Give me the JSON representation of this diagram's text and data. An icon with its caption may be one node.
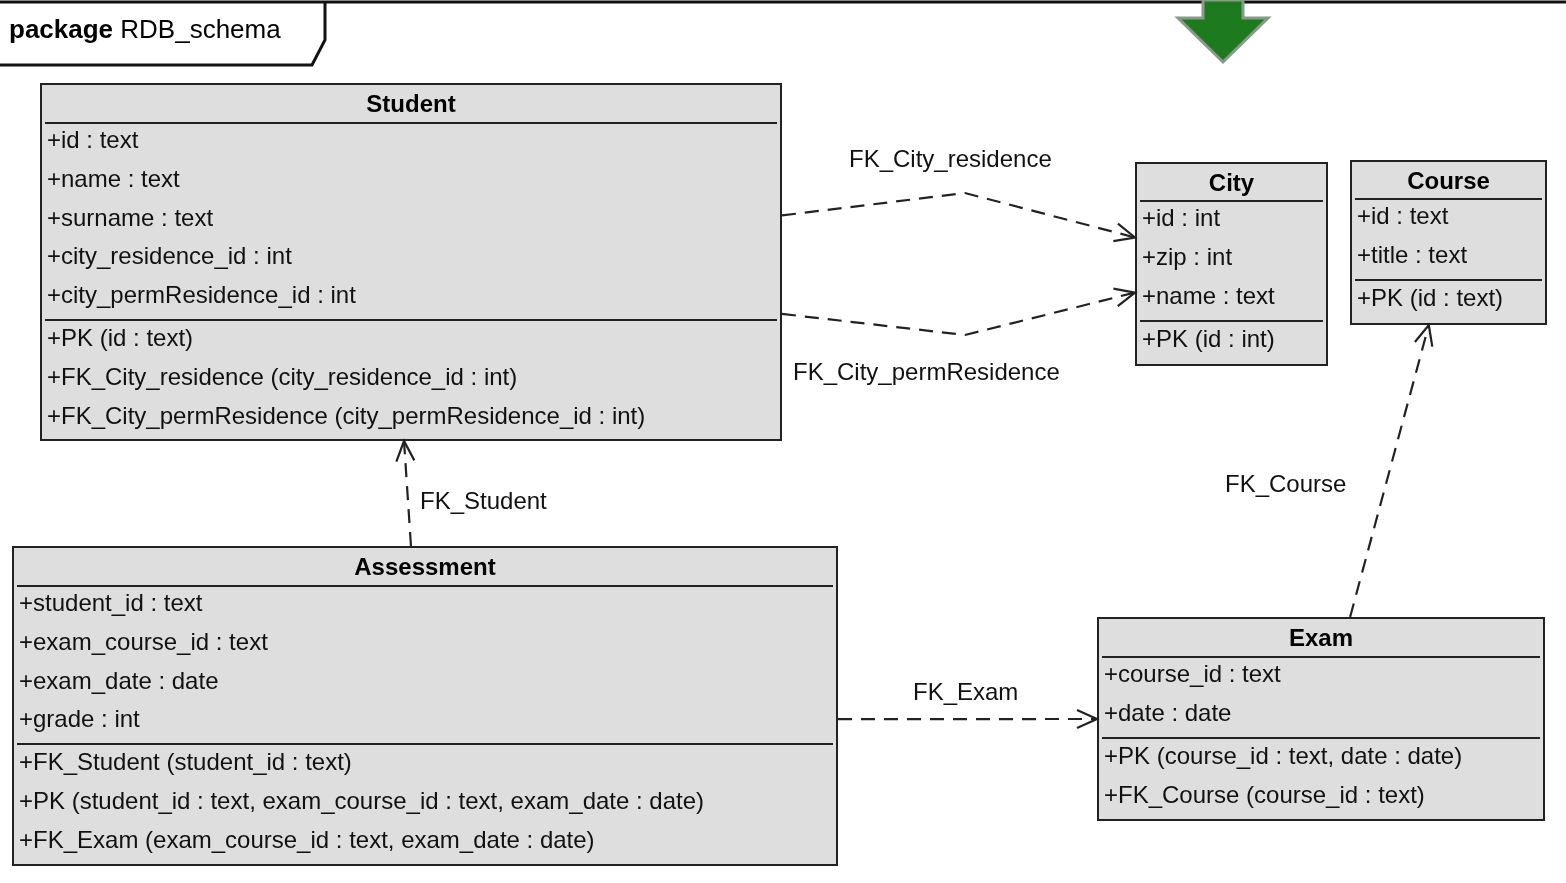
{
  "diagram": {
    "nodes": [
      {
        "text": [
          "**package** RDB_schema"
        ]
      },
      {
        "text": [
          "Student",
          "+id : text",
          "+name : text",
          "+surname : text",
          "+city_residence_id : int",
          "+city_permResidence_id : int",
          "+PK (id : text)",
          "+FK_City_residence (city_residence_id : int)",
          "+FK_City_permResidence (city_permResidence_id : int)"
        ],
        "in": 0
      },
      {
        "text": [
          "City",
          "+id : int",
          "+zip : int",
          "+name : text",
          "+PK (id : int)"
        ],
        "in": 0
      },
      {
        "text": [
          "Course",
          "+id : text",
          "+title : text",
          "+PK (id : text)"
        ],
        "in": 0
      },
      {
        "text": [
          "Assessment",
          "+student_id : text",
          "+exam_course_id : text",
          "+exam_date : date",
          "+grade : int",
          "+FK_Student (student_id : text)",
          "+PK (student_id : text, exam_course_id : text, exam_date : date)",
          "+FK_Exam (exam_course_id : text, exam_date : date)"
        ],
        "in": 0
      },
      {
        "text": [
          "Exam",
          "+course_id : text",
          "+date : date",
          "+PK (course_id : text, date : date)",
          "+FK_Course (course_id : text)"
        ],
        "in": 0
      }
    ],
    "edges": [
      {
        "from": 1,
        "to": 2,
        "arrow": "to",
        "label": "FK_City_residence",
        "style": "dashed"
      },
      {
        "from": 1,
        "to": 2,
        "arrow": "to",
        "label": "FK_City_permResidence",
        "style": "dashed"
      },
      {
        "from": 4,
        "to": 1,
        "arrow": "to",
        "label": "FK_Student",
        "style": "dashed"
      },
      {
        "from": 4,
        "to": 5,
        "arrow": "to",
        "label": "FK_Exam",
        "style": "dashed"
      },
      {
        "from": 5,
        "to": 3,
        "arrow": "to",
        "label": "FK_Course",
        "style": "dashed"
      }
    ]
  }
}
